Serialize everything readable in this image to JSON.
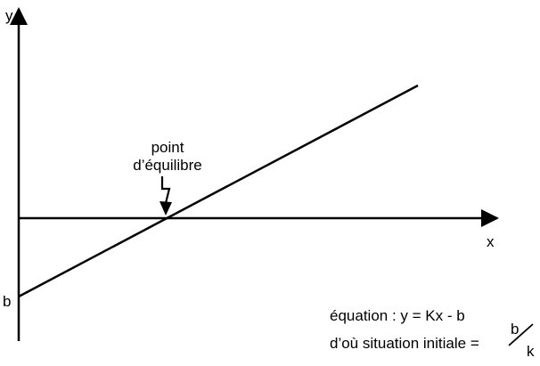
{
  "axes": {
    "y_label": "y",
    "x_label": "x",
    "intercept_label": "b"
  },
  "callout": {
    "line1": "point",
    "line2": "d’équilibre"
  },
  "equation": {
    "line1": "équation : y = Kx - b",
    "line2": "d’où situation initiale =",
    "fraction_numerator": "b",
    "fraction_denominator": "k"
  },
  "colors": {
    "ink": "#000000",
    "background": "#ffffff"
  }
}
